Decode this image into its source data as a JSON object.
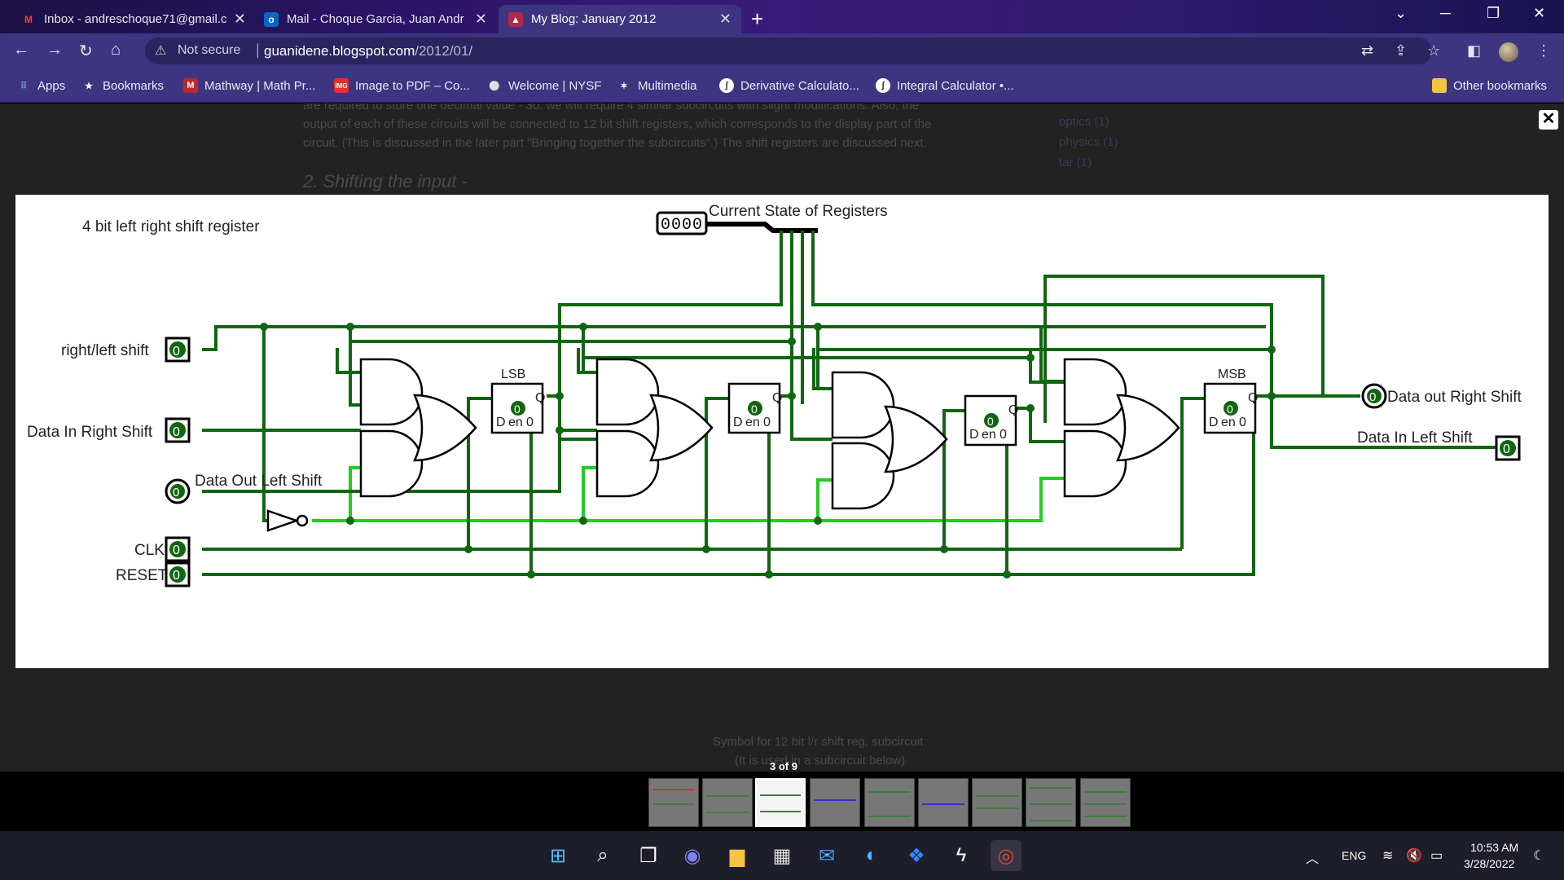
{
  "tabs": [
    {
      "title": "Inbox - andreschoque71@gmail.c",
      "icon": "gmail-icon"
    },
    {
      "title": "Mail - Choque Garcia, Juan Andr",
      "icon": "outlook-icon"
    },
    {
      "title": "My Blog: January 2012",
      "icon": "blogger-icon"
    }
  ],
  "address": {
    "security": "Not secure",
    "host": "guanidene.blogspot.com",
    "path": "/2012/01/"
  },
  "bookmarks": [
    {
      "label": "Apps"
    },
    {
      "label": "Bookmarks"
    },
    {
      "label": "Mathway | Math Pr..."
    },
    {
      "label": "Image to PDF – Co..."
    },
    {
      "label": "Welcome | NYSF"
    },
    {
      "label": "Multimedia"
    },
    {
      "label": "Derivative Calculato..."
    },
    {
      "label": "Integral Calculator •..."
    },
    {
      "label": "Other bookmarks"
    }
  ],
  "background": {
    "para_line1": "are required to store one decimal value - 30. we will require 4 similar subcircuits with slight modifications. Also, the",
    "para_line2": "output of each of these circuits will be connected to 12 bit shift registers, which corresponds to the display part of the",
    "para_line3": "circuit. (This is discussed in the later part \"Bringing together the subcircuits\".) The shift registers are discussed next.",
    "heading": "2. Shifting the input -",
    "labels": [
      "optics (1)",
      "physics (1)",
      "tar (1)"
    ],
    "caption1": "Symbol for 12 bit l/r shift reg. subcircuit",
    "caption2": "(It is used in a subcircuit below)"
  },
  "diagram": {
    "title": "4 bit left right shift register",
    "state_label": "Current State of Registers",
    "state_value": "0000",
    "pins": {
      "rl_shift": "right/left shift",
      "data_in_right": "Data In Right Shift",
      "data_out_left": "Data Out Left Shift",
      "clk": "CLK",
      "reset": "RESET",
      "data_out_right": "Data out Right Shift",
      "data_in_left": "Data In Left Shift"
    },
    "pin_value": "0",
    "lsb": "LSB",
    "msb": "MSB",
    "ff_q": "Q",
    "ff_d": "D",
    "ff_en": "en",
    "ff_zero": "0"
  },
  "viewer": {
    "counter": "3 of 9"
  },
  "tray": {
    "lang": "ENG",
    "time": "10:53 AM",
    "date": "3/28/2022"
  }
}
